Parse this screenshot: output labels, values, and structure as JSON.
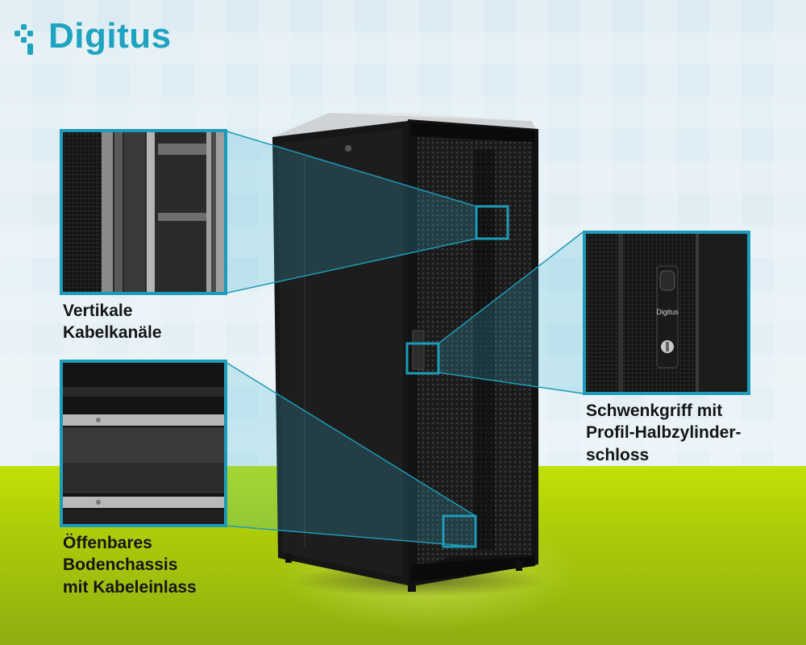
{
  "brand": {
    "name": "Digitus",
    "color": "#1fa3c0",
    "icon": "digitus-logo-icon"
  },
  "accent_color": "#1d9bb8",
  "floor_color": "#b4d20a",
  "callouts": [
    {
      "label": "Vertikale\nKabelkanäle"
    },
    {
      "label": "Schwenkgriff mit\nProfil-Halbzylinder-\nschloss"
    },
    {
      "label": "Öffenbares\nBodenchassis\nmit Kabeleinlass"
    }
  ],
  "handle_logo": "Digitus"
}
